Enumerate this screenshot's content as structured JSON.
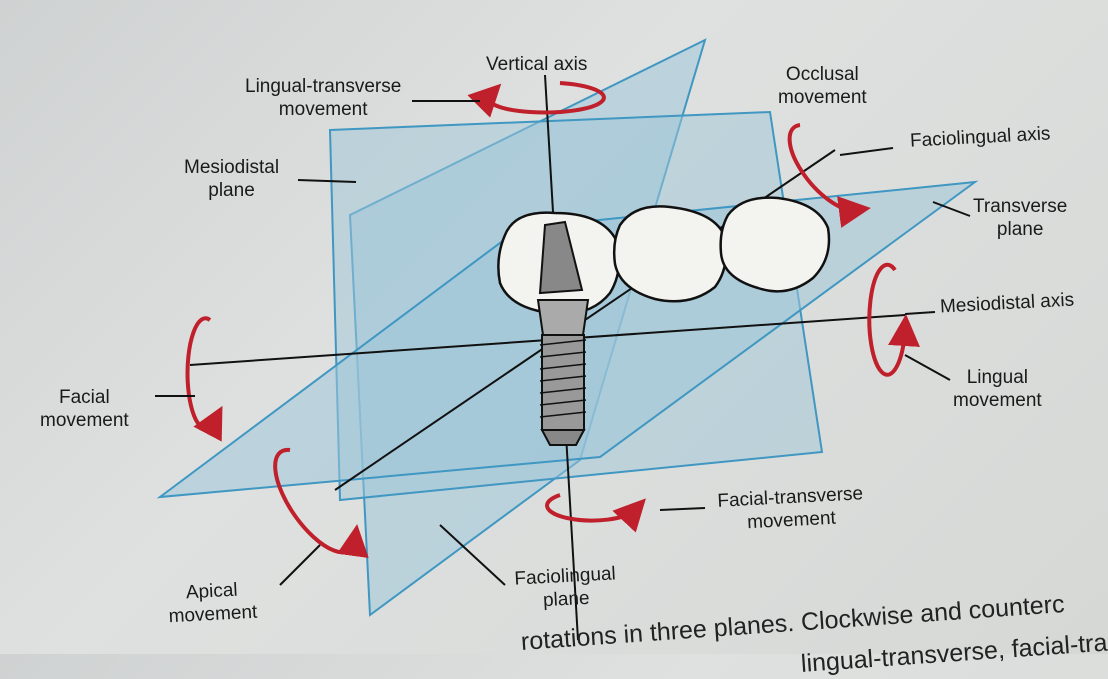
{
  "labels": {
    "vertical_axis": "Vertical axis",
    "lingual_transverse": [
      "Lingual-transverse",
      "movement"
    ],
    "occlusal": [
      "Occlusal",
      "movement"
    ],
    "faciolingual_axis": "Faciolingual axis",
    "mesiodistal_plane": [
      "Mesiodistal",
      "plane"
    ],
    "transverse_plane": [
      "Transverse",
      "plane"
    ],
    "mesiodistal_axis": "Mesiodistal axis",
    "lingual": [
      "Lingual",
      "movement"
    ],
    "facial": [
      "Facial",
      "movement"
    ],
    "facial_transverse": [
      "Facial-transverse",
      "movement"
    ],
    "apical": [
      "Apical",
      "movement"
    ],
    "faciolingual_plane": [
      "Faciolingual",
      "plane"
    ]
  },
  "caption": {
    "line1": "rotations in three planes. Clockwise and counterc",
    "line2": "lingual-transverse, facial-transv"
  },
  "colors": {
    "plane": "#9fc6d8",
    "plane_edge": "#3f97c2",
    "arrow": "#c0202b"
  }
}
